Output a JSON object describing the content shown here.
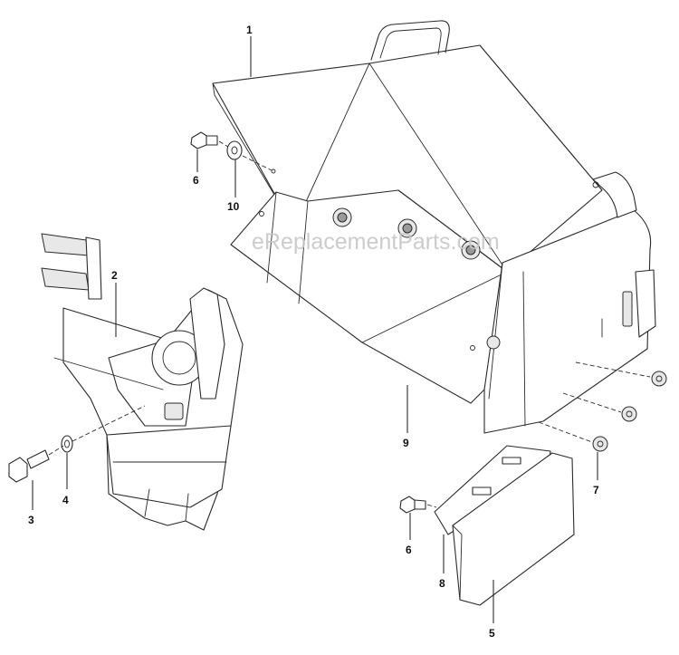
{
  "watermark": "eReplacementParts.com",
  "callouts": {
    "c1": "1",
    "c2": "2",
    "c3": "3",
    "c4": "4",
    "c5": "5",
    "c6a": "6",
    "c6b": "6",
    "c7": "7",
    "c8": "8",
    "c9": "9",
    "c10": "10"
  }
}
